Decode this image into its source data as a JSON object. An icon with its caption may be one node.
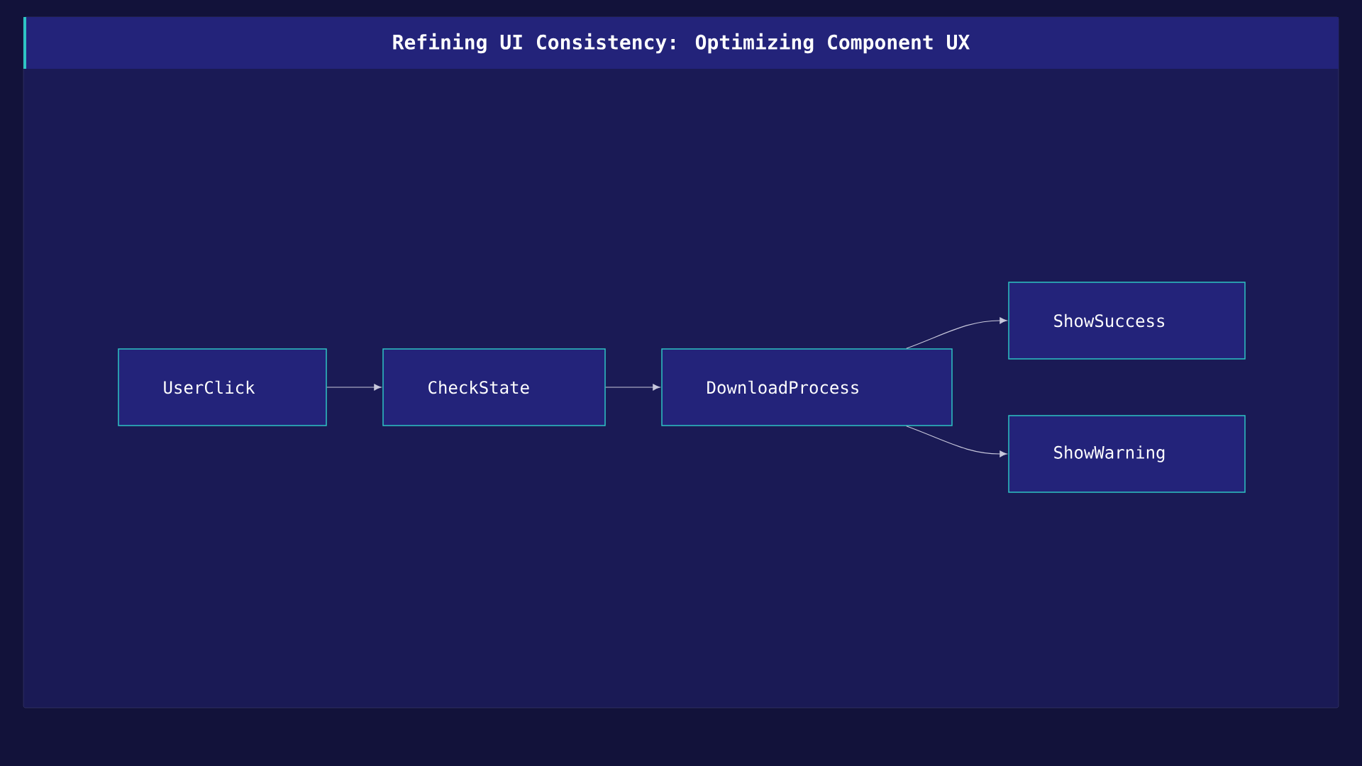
{
  "diagram": {
    "title": "Refining UI Consistency: Optimizing Component UX",
    "nodes": [
      {
        "text": [
          "UserClick"
        ]
      },
      {
        "text": [
          "CheckState"
        ]
      },
      {
        "text": [
          "DownloadProcess"
        ]
      },
      {
        "text": [
          "ShowSuccess"
        ]
      },
      {
        "text": [
          "ShowWarning"
        ]
      }
    ],
    "edges": [
      {
        "from": 0,
        "to": 1,
        "arrow": "to"
      },
      {
        "from": 1,
        "to": 2,
        "arrow": "to"
      },
      {
        "from": 2,
        "to": 3,
        "arrow": "to"
      },
      {
        "from": 2,
        "to": 4,
        "arrow": "to"
      }
    ]
  }
}
